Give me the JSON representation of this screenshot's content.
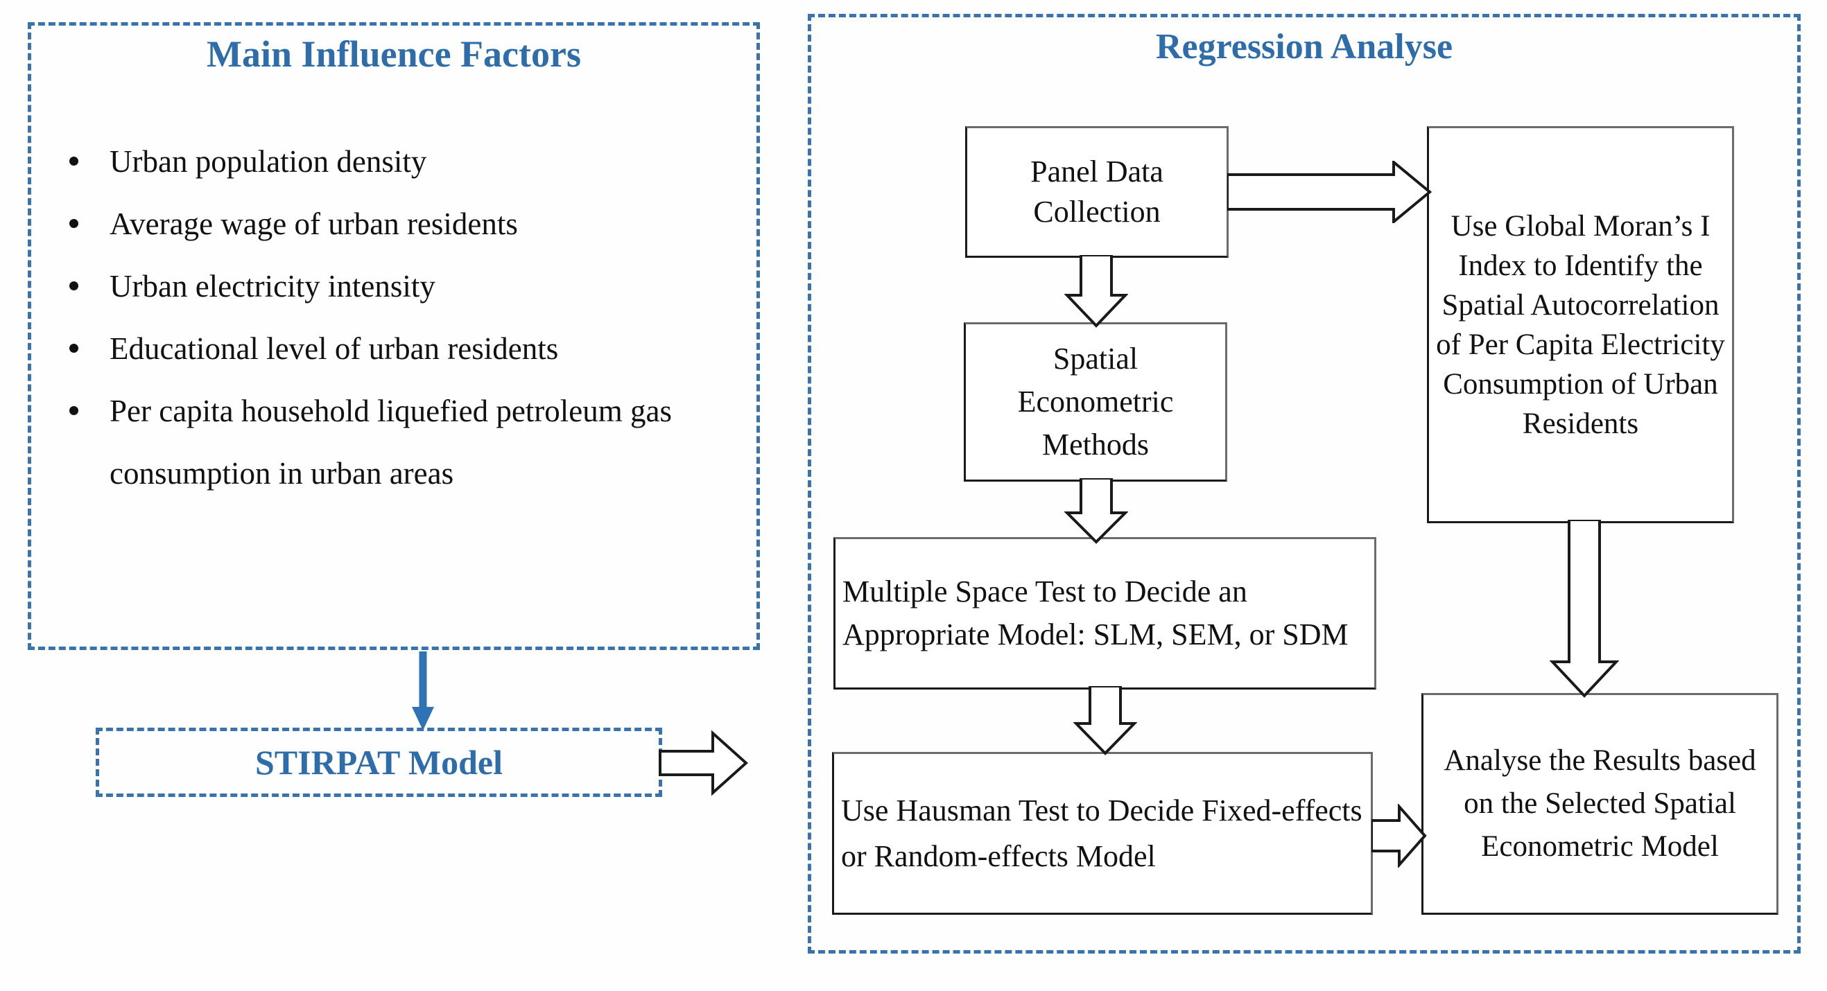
{
  "left_panel": {
    "title": "Main Influence Factors",
    "factors": [
      "Urban population density",
      "Average wage of urban residents",
      "Urban electricity intensity",
      "Educational level of urban residents",
      "Per capita household liquefied petroleum gas consumption in urban areas"
    ],
    "model_box": {
      "label": "STIRPAT Model"
    }
  },
  "right_panel": {
    "title": "Regression Analyse",
    "nodes": {
      "panel_data": "Panel Data Collection",
      "moran": "Use Global Moran’s I Index to Identify the Spatial Autocorrelation of Per Capita Electricity Consumption of Urban Residents",
      "spatial_methods": "Spatial Econometric Methods",
      "multiple_space_test": "Multiple Space Test to Decide an Appropriate Model: SLM, SEM, or SDM",
      "hausman": "Use Hausman Test to Decide Fixed-effects or Random-effects Model",
      "analyse_results": "Analyse the Results based on the Selected Spatial Econometric Model"
    }
  },
  "colors": {
    "panel_border": "#3a72ad",
    "title_blue": "#2e6da9",
    "arrow_blue": "#2e74b5",
    "box_border": "#1a1a1a",
    "text": "#111111"
  }
}
